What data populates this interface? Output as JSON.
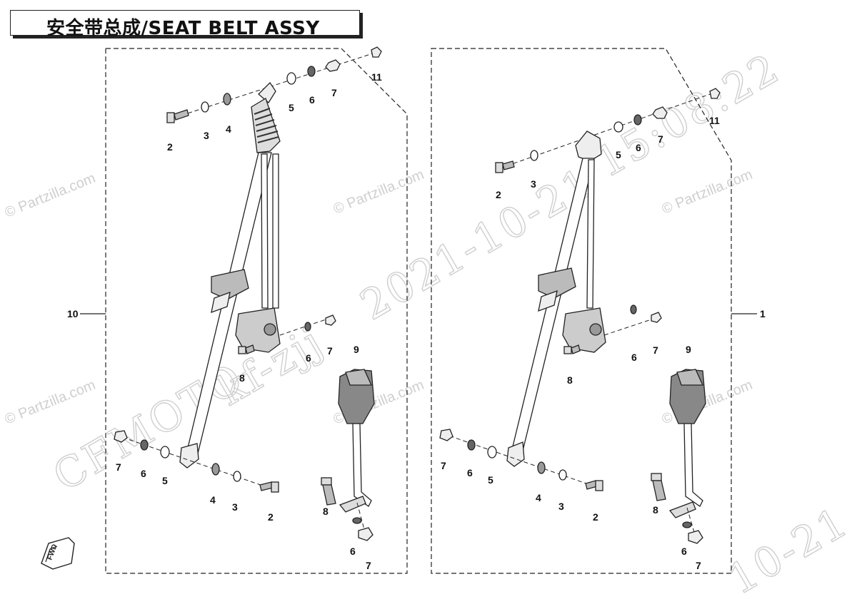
{
  "diagram": {
    "title": "安全带总成/SEAT BELT ASSY",
    "watermarks": {
      "partzilla": "© Partzilla.com",
      "stamp_date": "2021-10-21",
      "stamp_time": "15:08:22",
      "stamp_user": "kf-zjj",
      "stamp_brand": "CFMOTO",
      "corner_date": "10-21"
    },
    "fwd_label": "FWD",
    "left_assembly": {
      "assembly_callout": "10",
      "callouts": [
        "2",
        "3",
        "4",
        "5",
        "6",
        "7",
        "11",
        "8",
        "6",
        "7",
        "9",
        "7",
        "6",
        "5",
        "4",
        "3",
        "2",
        "8",
        "6",
        "7"
      ]
    },
    "right_assembly": {
      "assembly_callout": "1",
      "callouts": [
        "2",
        "3",
        "5",
        "6",
        "7",
        "11",
        "8",
        "6",
        "7",
        "9",
        "7",
        "6",
        "5",
        "4",
        "3",
        "2",
        "8",
        "6",
        "7"
      ]
    }
  }
}
